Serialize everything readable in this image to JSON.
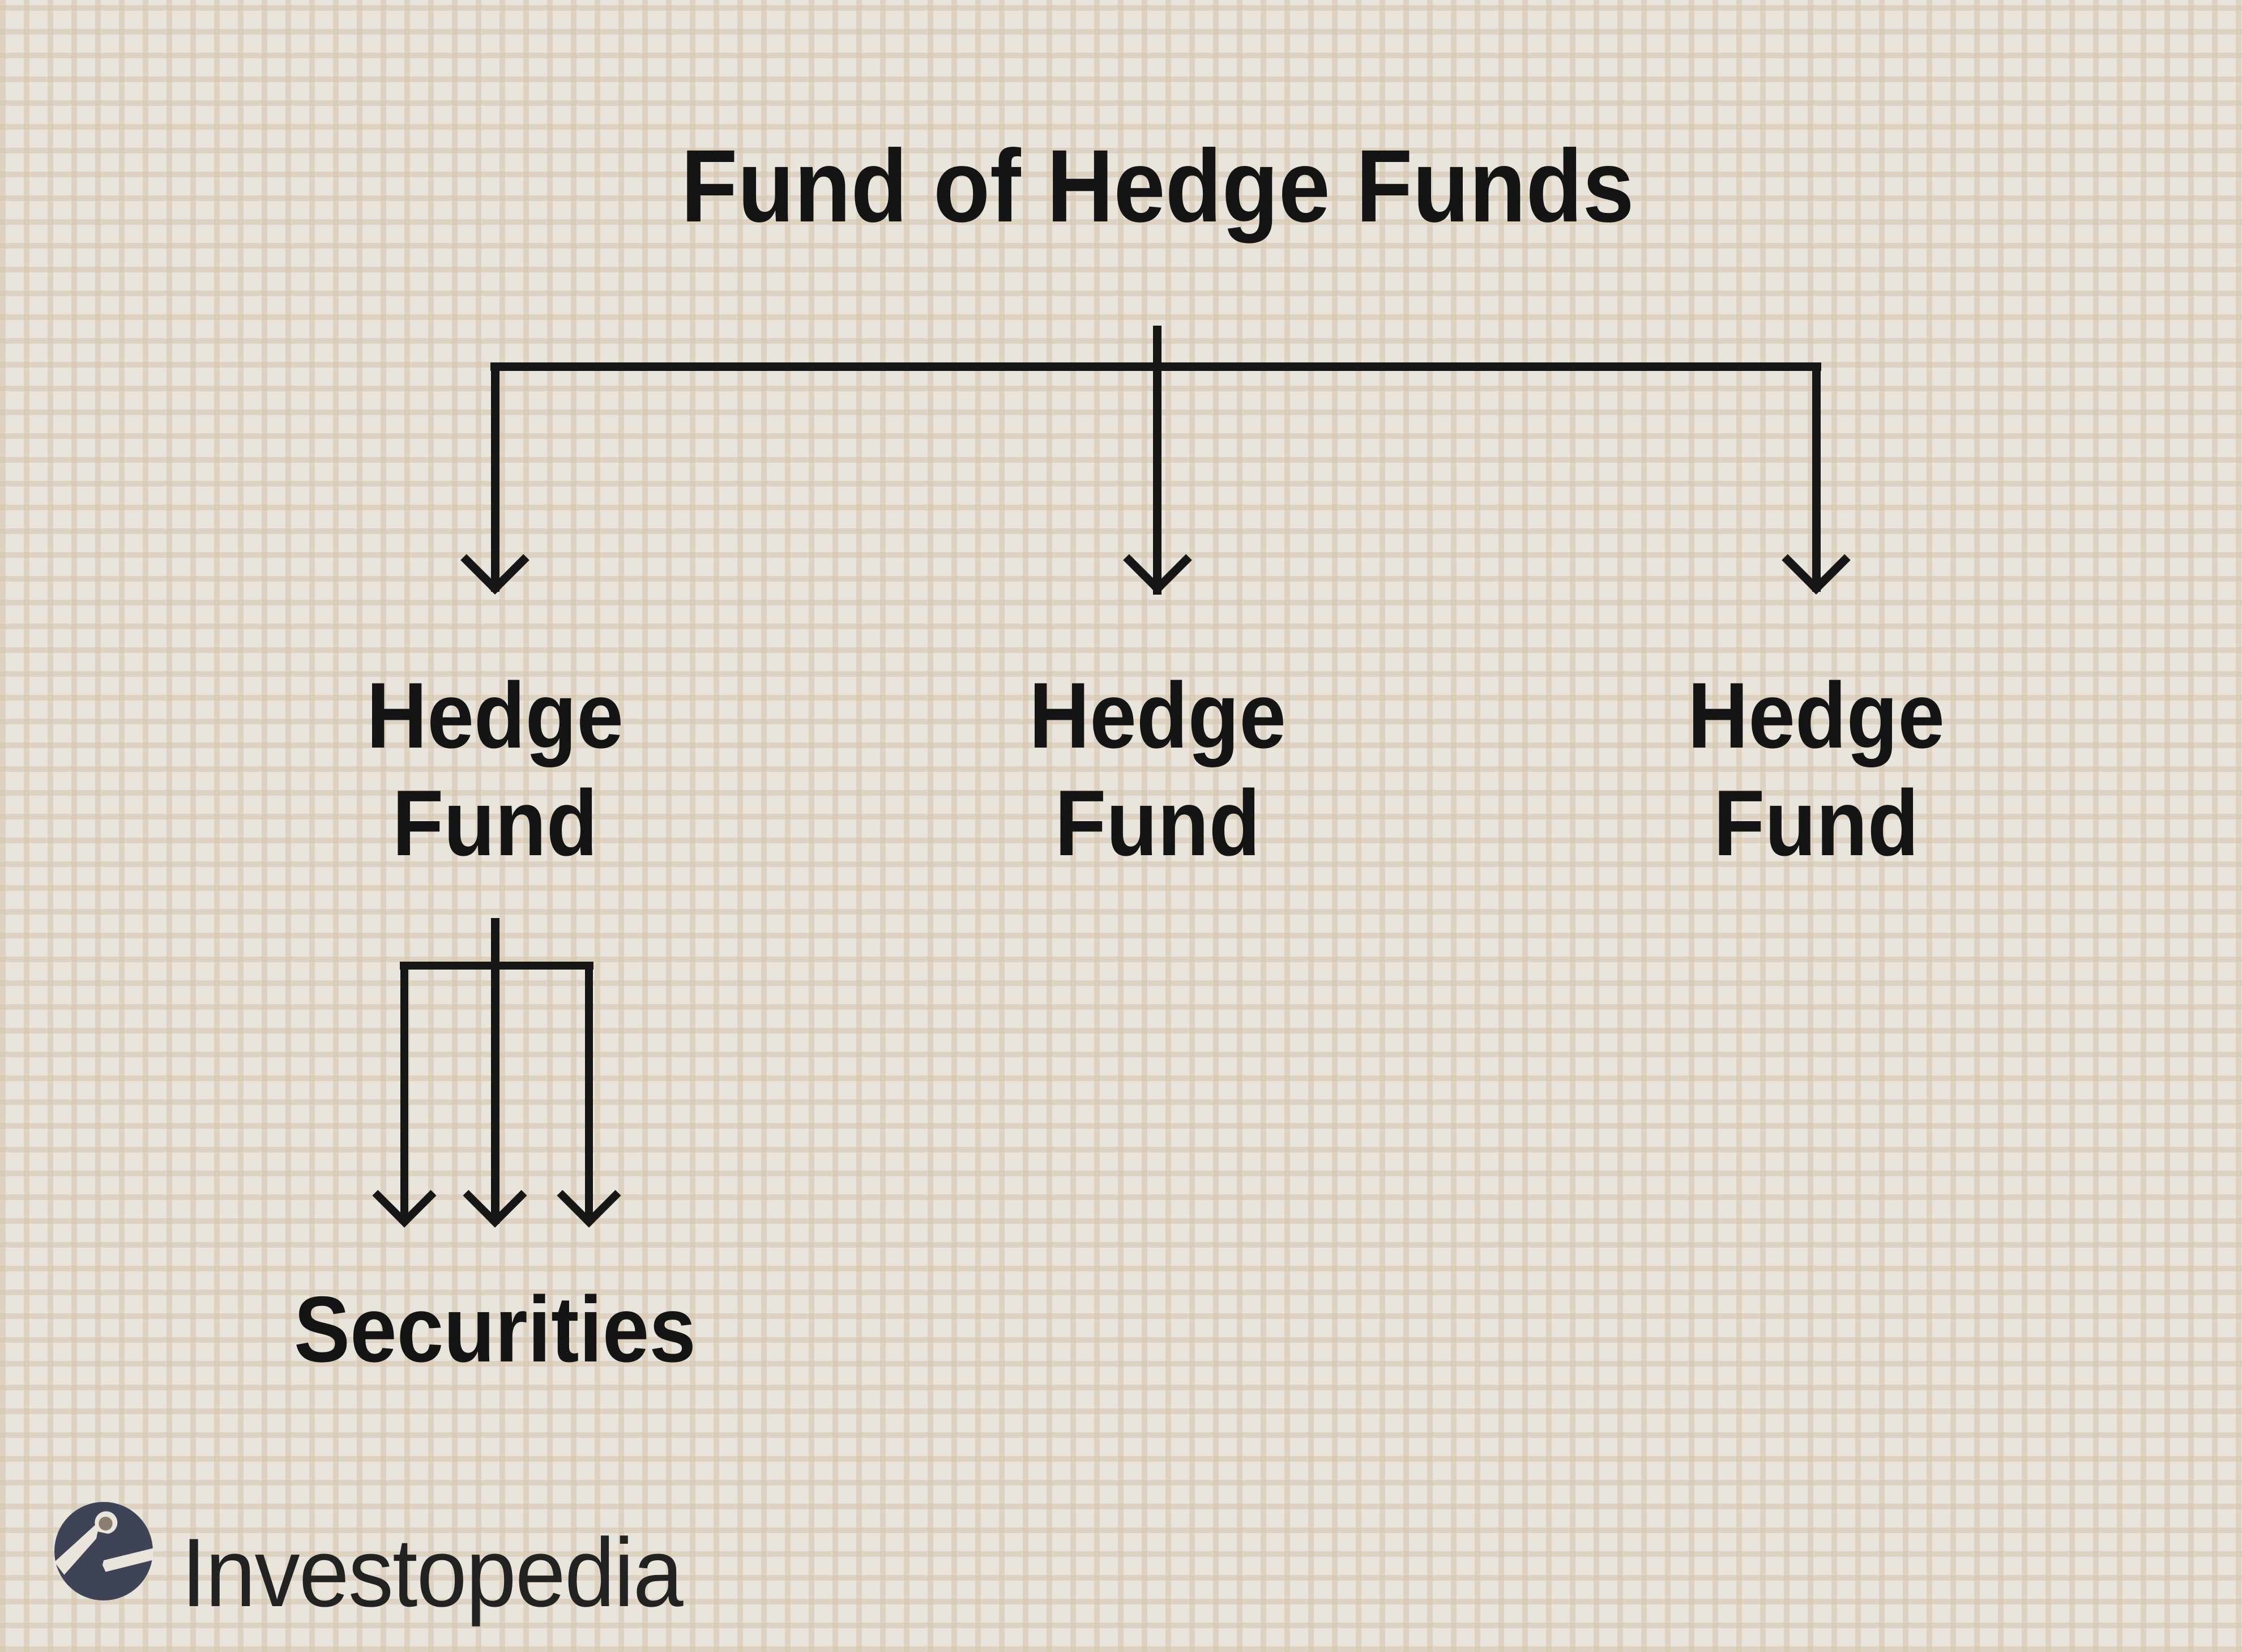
{
  "colors": {
    "background": "#e9e5dc",
    "grid_line": "#ddd2c4",
    "ink": "#161616",
    "logo_circle": "#3e4356",
    "logo_dot": "#8b7d71",
    "wordmark_color": "#222222"
  },
  "diagram": {
    "title": "Fund of Hedge Funds",
    "level1_nodes": [
      {
        "line1": "Hedge",
        "line2": "Fund"
      },
      {
        "line1": "Hedge",
        "line2": "Fund"
      },
      {
        "line1": "Hedge",
        "line2": "Fund"
      }
    ],
    "leaf_label": "Securities"
  },
  "branding": {
    "wordmark": "Investopedia",
    "icon": "investopedia-i-icon"
  }
}
